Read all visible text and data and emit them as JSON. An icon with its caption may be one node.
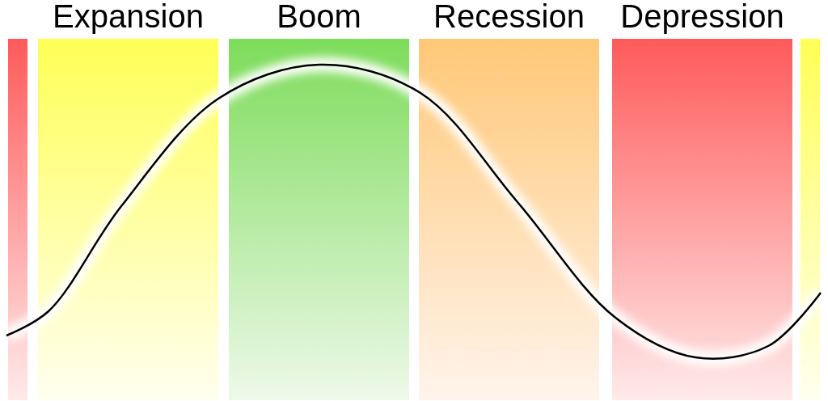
{
  "diagram": {
    "nodes": [
      {
        "text": [],
        "shape": "bar"
      },
      {
        "text": [
          "Expansion"
        ]
      },
      {
        "text": [
          "Boom"
        ]
      },
      {
        "text": [
          "Recession"
        ]
      },
      {
        "text": [
          "Depression"
        ]
      },
      {
        "text": [],
        "shape": "bar"
      }
    ]
  }
}
